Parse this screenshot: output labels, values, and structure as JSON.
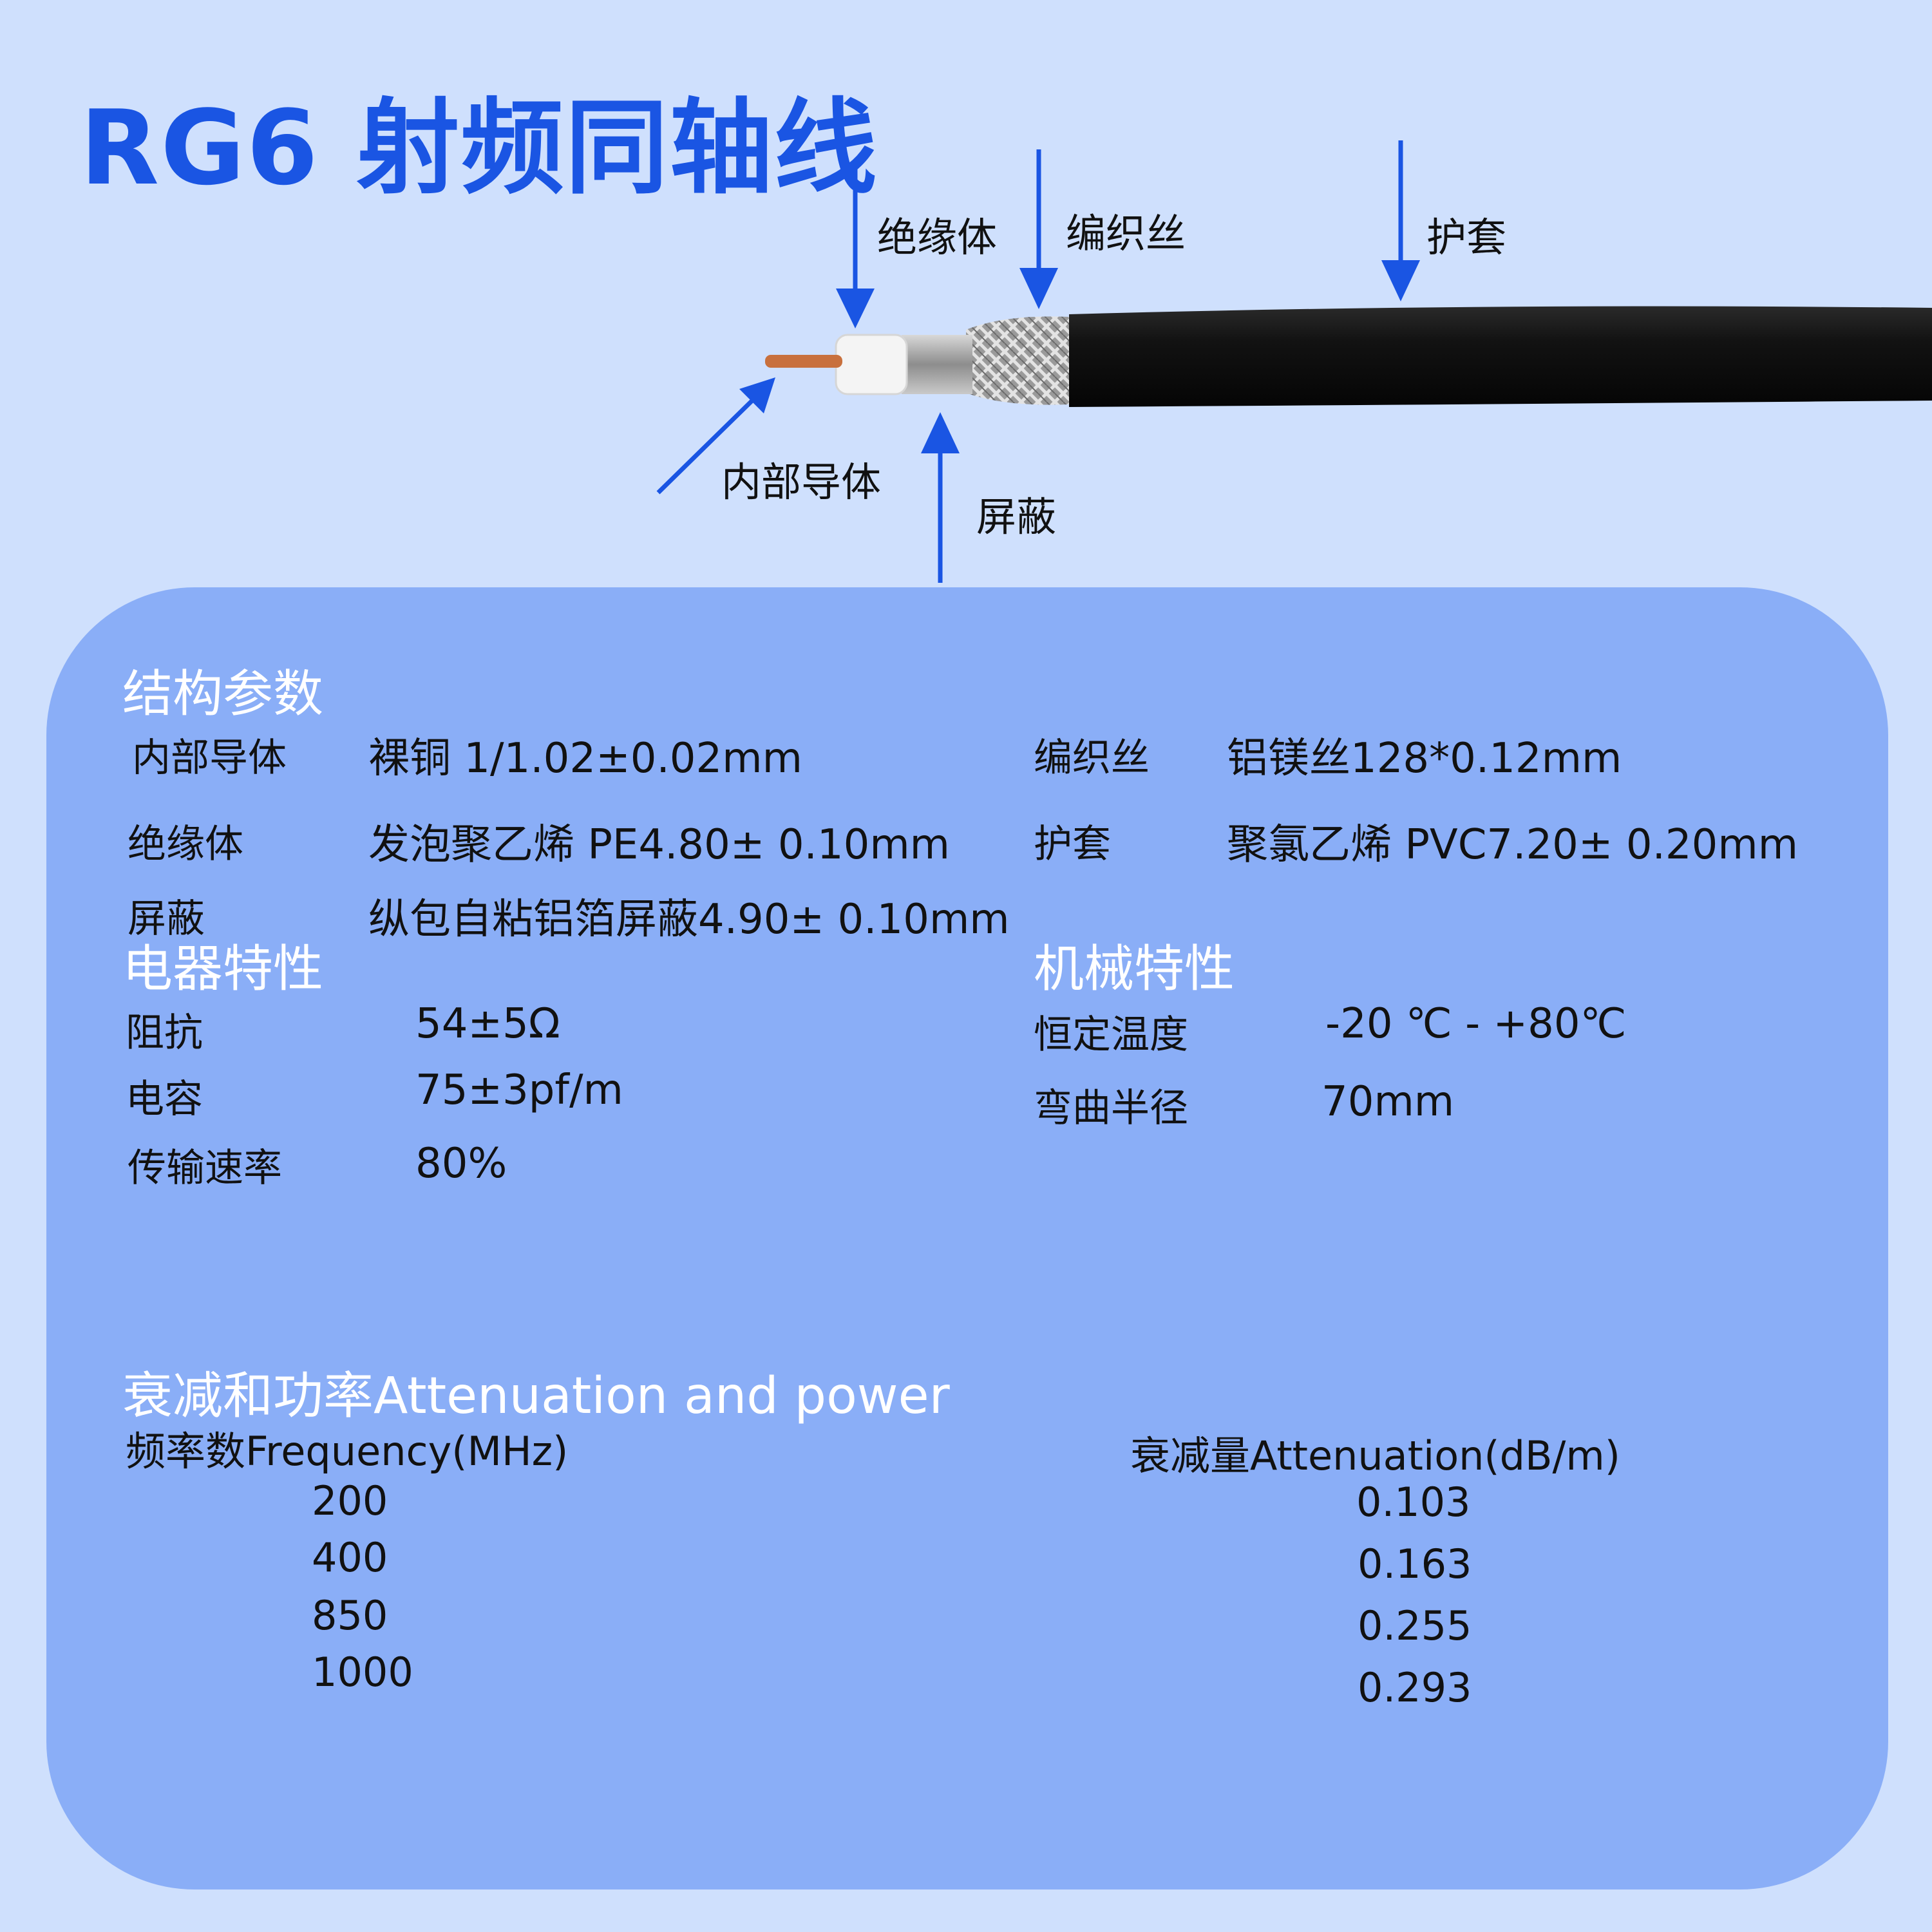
{
  "title": "RG6 射频同轴线",
  "diagram": {
    "labels": {
      "insulation": "绝缘体",
      "braid": "编织丝",
      "jacket": "护套",
      "inner_conductor": "内部导体",
      "shield": "屏蔽"
    },
    "colors": {
      "arrow": "#1a55e3",
      "jacket": "#121212",
      "copper": "#c8703d",
      "insulation": "#f4f4f4",
      "braid": "#a9a9a9"
    }
  },
  "structure": {
    "heading": "结构参数",
    "rows": [
      {
        "label": "内部导体",
        "value": "裸铜 1/1.02±0.02mm"
      },
      {
        "label": "绝缘体",
        "value": "发泡聚乙烯 PE4.80± 0.10mm"
      },
      {
        "label": "屏蔽",
        "value": "纵包自粘铝箔屏蔽4.90± 0.10mm"
      },
      {
        "label": "编织丝",
        "value": "铝镁丝128*0.12mm"
      },
      {
        "label": "护套",
        "value": "聚氯乙烯 PVC7.20± 0.20mm"
      }
    ]
  },
  "electrical": {
    "heading": "电器特性",
    "rows": [
      {
        "label": "阻抗",
        "value": "54±5Ω"
      },
      {
        "label": "电容",
        "value": "75±3pf/m"
      },
      {
        "label": "传输速率",
        "value": "80%"
      }
    ]
  },
  "mechanical": {
    "heading": "机械特性",
    "rows": [
      {
        "label": "恒定温度",
        "value": "-20 ℃ -  +80℃"
      },
      {
        "label": "弯曲半径",
        "value": "70mm"
      }
    ]
  },
  "attenuation": {
    "heading": "衰减和功率Attenuation and power",
    "col_frequency": "频率数Frequency(MHz)",
    "col_attenuation": "衰减量Attenuation(dB/m)",
    "frequency": [
      "200",
      "400",
      "850",
      "1000"
    ],
    "values": [
      "0.103",
      "0.163",
      "0.255",
      "0.293"
    ]
  },
  "panel_color": "#8aaef7",
  "title_color": "#1a55e3"
}
